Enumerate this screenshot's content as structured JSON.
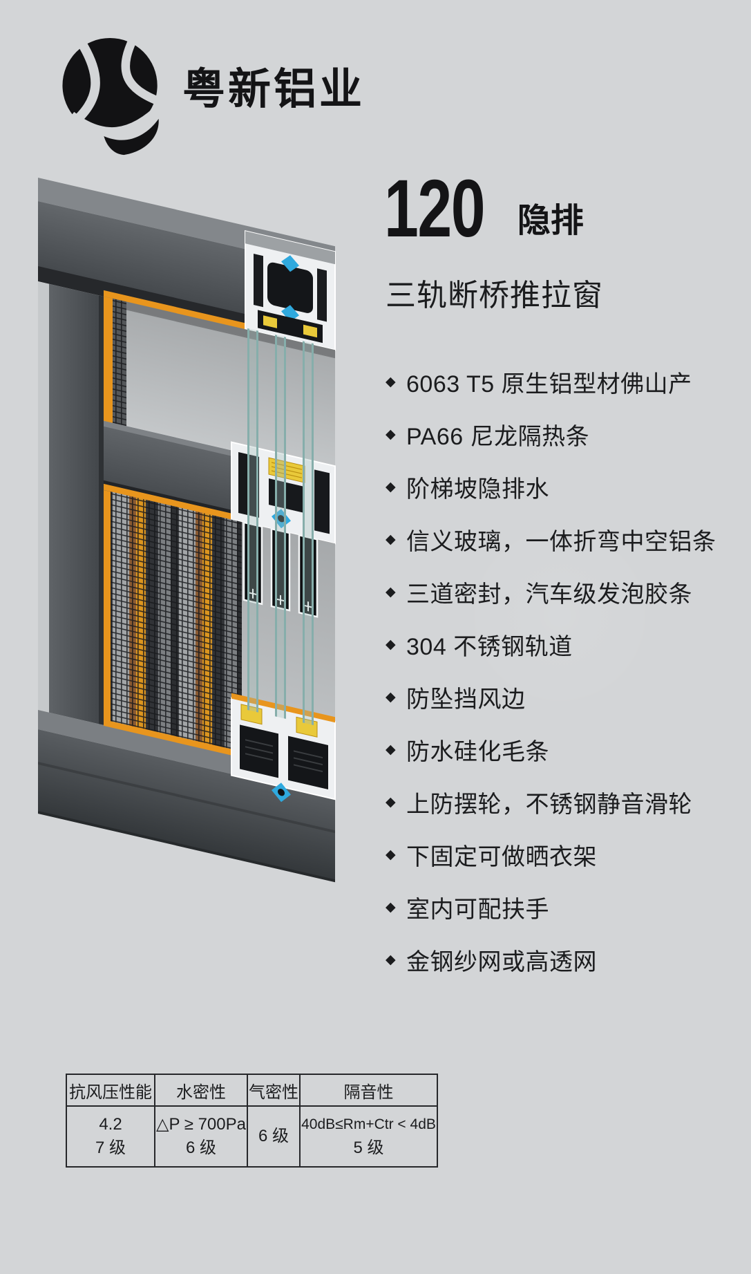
{
  "brand": {
    "name": "粤新铝业"
  },
  "product": {
    "model": "120",
    "model_tag": "隐排",
    "subtitle": "三轨断桥推拉窗"
  },
  "features": {
    "bullet_glyph": "◆",
    "items": [
      "6063 T5 原生铝型材佛山产",
      "PA66 尼龙隔热条",
      "阶梯坡隐排水",
      "信义玻璃，一体折弯中空铝条",
      "三道密封，汽车级发泡胶条",
      "304 不锈钢轨道",
      "防坠挡风边",
      "防水硅化毛条",
      "上防摆轮，不锈钢静音滑轮",
      "下固定可做晒衣架",
      "室内可配扶手",
      "金钢纱网或高透网"
    ]
  },
  "specs_table": {
    "columns": [
      {
        "header": "抗风压性能",
        "lines": [
          "4.2",
          "7 级"
        ]
      },
      {
        "header": "水密性",
        "lines": [
          "△P ≥ 700Pa",
          "6 级"
        ]
      },
      {
        "header": "气密性",
        "lines": [
          "6 级"
        ]
      },
      {
        "header": "隔音性",
        "lines": [
          "40dB≤Rm+Ctr < 4dB",
          "5 级"
        ]
      }
    ]
  },
  "illustration_colors": {
    "frame_dark": "#4d5155",
    "aluminum_white": "#eef0f2",
    "thermal_orange": "#e8951d",
    "gasket_blue": "#2fa9de",
    "spacer_yellow": "#e9c93a",
    "glass_teal": "#86aeab",
    "background": "#d3d5d7"
  }
}
